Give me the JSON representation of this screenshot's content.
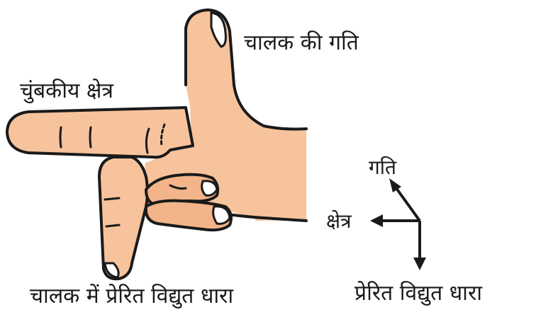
{
  "labels": {
    "conductor_motion": "चालक की गति",
    "magnetic_field": "चुंबकीय क्षेत्र",
    "induced_current_in_conductor": "चालक में प्रेरित विद्युत धारा"
  },
  "axes": {
    "motion": "गति",
    "field": "क्षेत्र",
    "induced_current": "प्रेरित विद्युत धारा"
  },
  "colors": {
    "skin": "#f6c39c",
    "skin_shadow": "#f2b488",
    "outline": "#1a1a1a",
    "nail": "#ffffff"
  }
}
